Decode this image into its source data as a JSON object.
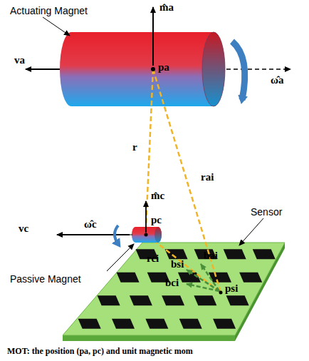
{
  "diagram": {
    "caption": "MOT: the position (pa, pc) and unit magnetic mom",
    "labels": [
      "Actuating Magnet",
      "m̂a",
      "va",
      "ω̂a",
      "pa",
      "r",
      "rai",
      "m̂c",
      "pc",
      "vc",
      "ω̂c",
      "bsi",
      "bai",
      "rci",
      "bci",
      "psi",
      "Passive Magnet",
      "Sensor"
    ]
  }
}
